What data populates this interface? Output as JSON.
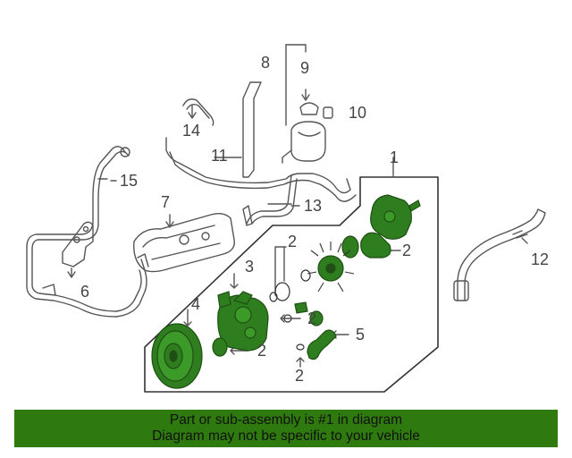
{
  "diagram": {
    "callouts": {
      "c1": "1",
      "c2a": "2",
      "c2b": "2",
      "c2c": "2",
      "c2d": "2",
      "c2e": "2",
      "c3": "3",
      "c4": "4",
      "c5": "5",
      "c6": "6",
      "c7": "7",
      "c8": "8",
      "c9": "9",
      "c10": "10",
      "c11": "11",
      "c12": "12",
      "c13": "13",
      "c14": "14",
      "c15": "15"
    },
    "colors": {
      "part_fill": "#2e7d1e",
      "line": "#555555",
      "banner": "#2f7a0f"
    }
  },
  "banner": {
    "line1": "Part or sub-assembly is #1 in diagram",
    "line2": "Diagram may not be specific to your vehicle"
  }
}
